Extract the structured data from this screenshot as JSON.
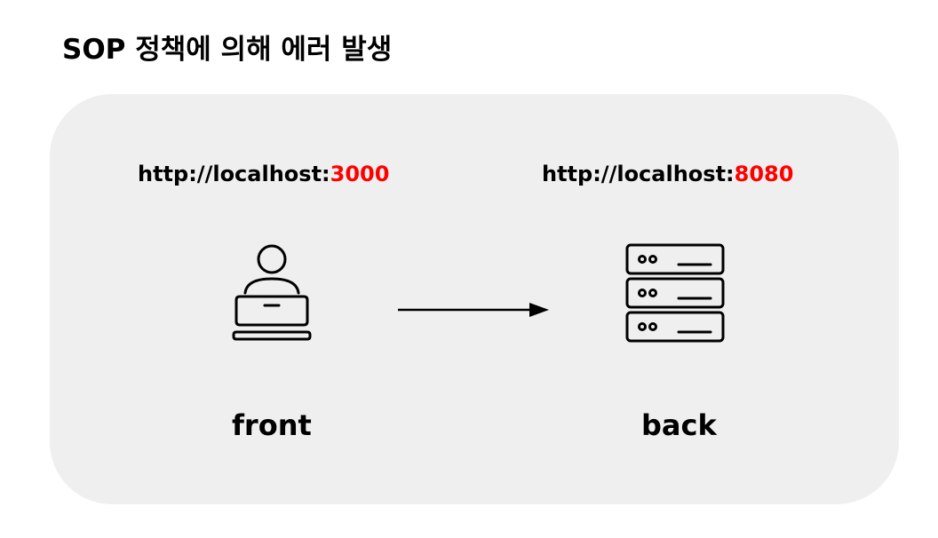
{
  "title": "SOP 정책에 의해 에러 발생",
  "front": {
    "url_prefix": "http://localhost:",
    "port": "3000",
    "label": "front",
    "icon": "user-laptop-icon"
  },
  "back": {
    "url_prefix": "http://localhost:",
    "port": "8080",
    "label": "back",
    "icon": "server-icon"
  },
  "connector": {
    "type": "arrow",
    "from": "front",
    "to": "back"
  },
  "colors": {
    "port": "#ff0000",
    "panel_background": "#efefef",
    "text": "#000000"
  }
}
